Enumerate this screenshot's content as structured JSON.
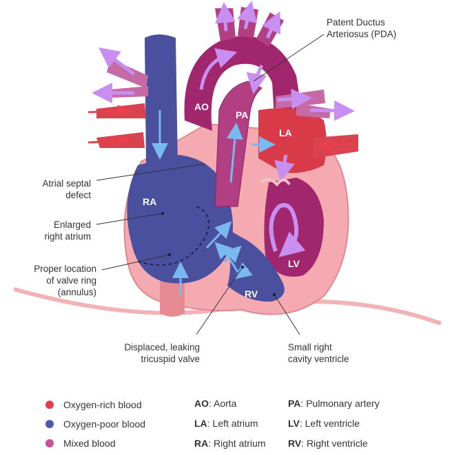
{
  "chambers": {
    "ao": "AO",
    "pa": "PA",
    "la": "LA",
    "ra": "RA",
    "lv": "LV",
    "rv": "RV"
  },
  "callouts": {
    "pda": [
      "Patent Ductus",
      "Arteriosus (PDA)"
    ],
    "asd": [
      "Atrial septal",
      "defect"
    ],
    "enlarged": [
      "Enlarged",
      "right atrium"
    ],
    "annulus": [
      "Proper location",
      "of valve ring",
      "(annulus)"
    ],
    "valve": [
      "Displaced, leaking",
      "tricuspid valve"
    ],
    "small_rv": [
      "Small right",
      "cavity ventricle"
    ]
  },
  "legend": {
    "items": [
      {
        "label": "Oxygen-rich blood",
        "color": "#e04050"
      },
      {
        "label": "Oxygen-poor blood",
        "color": "#5558a8"
      },
      {
        "label": "Mixed blood",
        "color": "#c8509a"
      }
    ],
    "abbreviations": [
      {
        "abbr": "AO",
        "meaning": ": Aorta"
      },
      {
        "abbr": "PA",
        "meaning": ": Pulmonary artery"
      },
      {
        "abbr": "LA",
        "meaning": ": Left atrium"
      },
      {
        "abbr": "LV",
        "meaning": ": Left ventricle"
      },
      {
        "abbr": "RA",
        "meaning": ": Right atrium"
      },
      {
        "abbr": "RV",
        "meaning": ": Right ventricle"
      }
    ]
  },
  "colors": {
    "oxygen_rich": "#d8303f",
    "oxygen_poor": "#4a4f9c",
    "mixed": "#a02a6e",
    "muscle": "#f2a0a8",
    "arrow_blue": "#7ab8f0",
    "arrow_purple": "#c98ff0"
  }
}
